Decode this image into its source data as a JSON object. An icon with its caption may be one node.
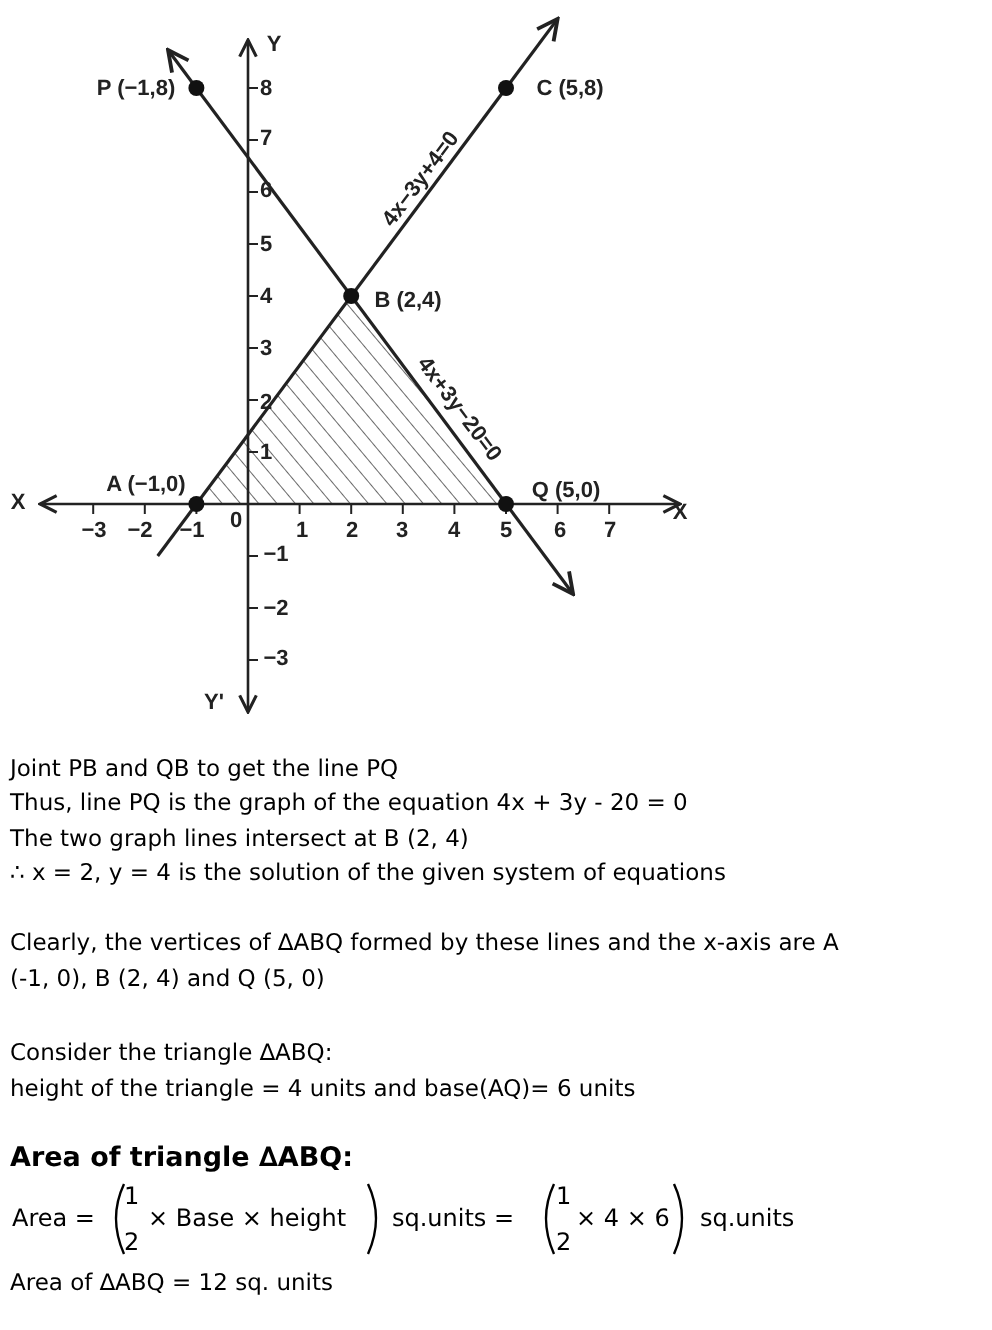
{
  "diagram": {
    "labels": [
      "Y",
      "P (−1,8)",
      "8",
      "C (5,8)",
      "7",
      "6",
      "4x−3y+4=0",
      "5",
      "4",
      "B (2,4)",
      "3",
      "4x+3y−20=0",
      "2",
      "1",
      "A (−1,0)",
      "Q (5,0)",
      "X",
      "X",
      "−3",
      "−2",
      "−1",
      "0",
      "1",
      "2",
      "3",
      "4",
      "5",
      "6",
      "7",
      "−1",
      "−2",
      "−3",
      "Y'",
      "Joint PB and QB to get the line PQ",
      "Thus, line PQ is the graph of the equation 4x + 3y - 20 = 0",
      "The two graph lines intersect at B (2, 4)",
      "∴ x = 2, y = 4 is the solution of the given system of equations",
      "Clearly, the vertices of ∆ABQ formed by these lines and the x-axis are A (-1, 0), B (2, 4) and Q (5, 0)",
      "Consider the triangle ∆ABQ:",
      "height of the triangle = 4 units and base(AQ)= 6 units",
      "Area of triangle ∆ABQ:",
      "Area =",
      "1",
      "2",
      "× Base × height",
      "sq.units =",
      "1",
      "2",
      "× 4 × 6",
      "sq.units",
      "Area of ∆ABQ = 12 sq. units"
    ]
  }
}
